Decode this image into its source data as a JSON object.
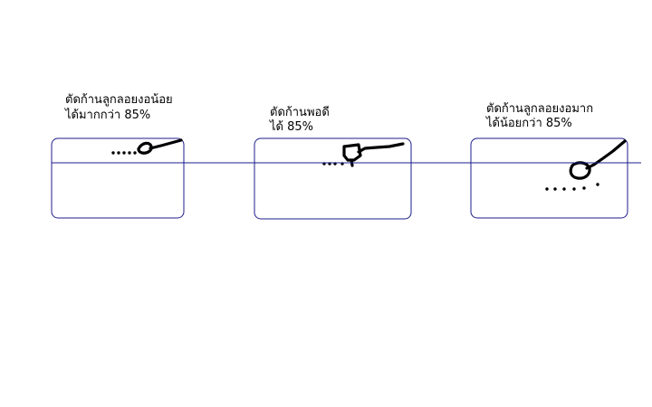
{
  "colors": {
    "frame": "#1c1c8c",
    "waterline": "#1c1c8c",
    "sketch": "#000000",
    "text": "#000000"
  },
  "panels": [
    {
      "caption": [
        "ตัดก้านลูกลอยงอน้อย",
        "ได้มากกว่า 85%"
      ]
    },
    {
      "caption": [
        "ตัดก้านพอดี",
        "ได้ 85%"
      ]
    },
    {
      "caption": [
        "ตัดก้านลูกลอยงอมาก",
        "ได้น้อยกว่า 85%"
      ]
    }
  ]
}
